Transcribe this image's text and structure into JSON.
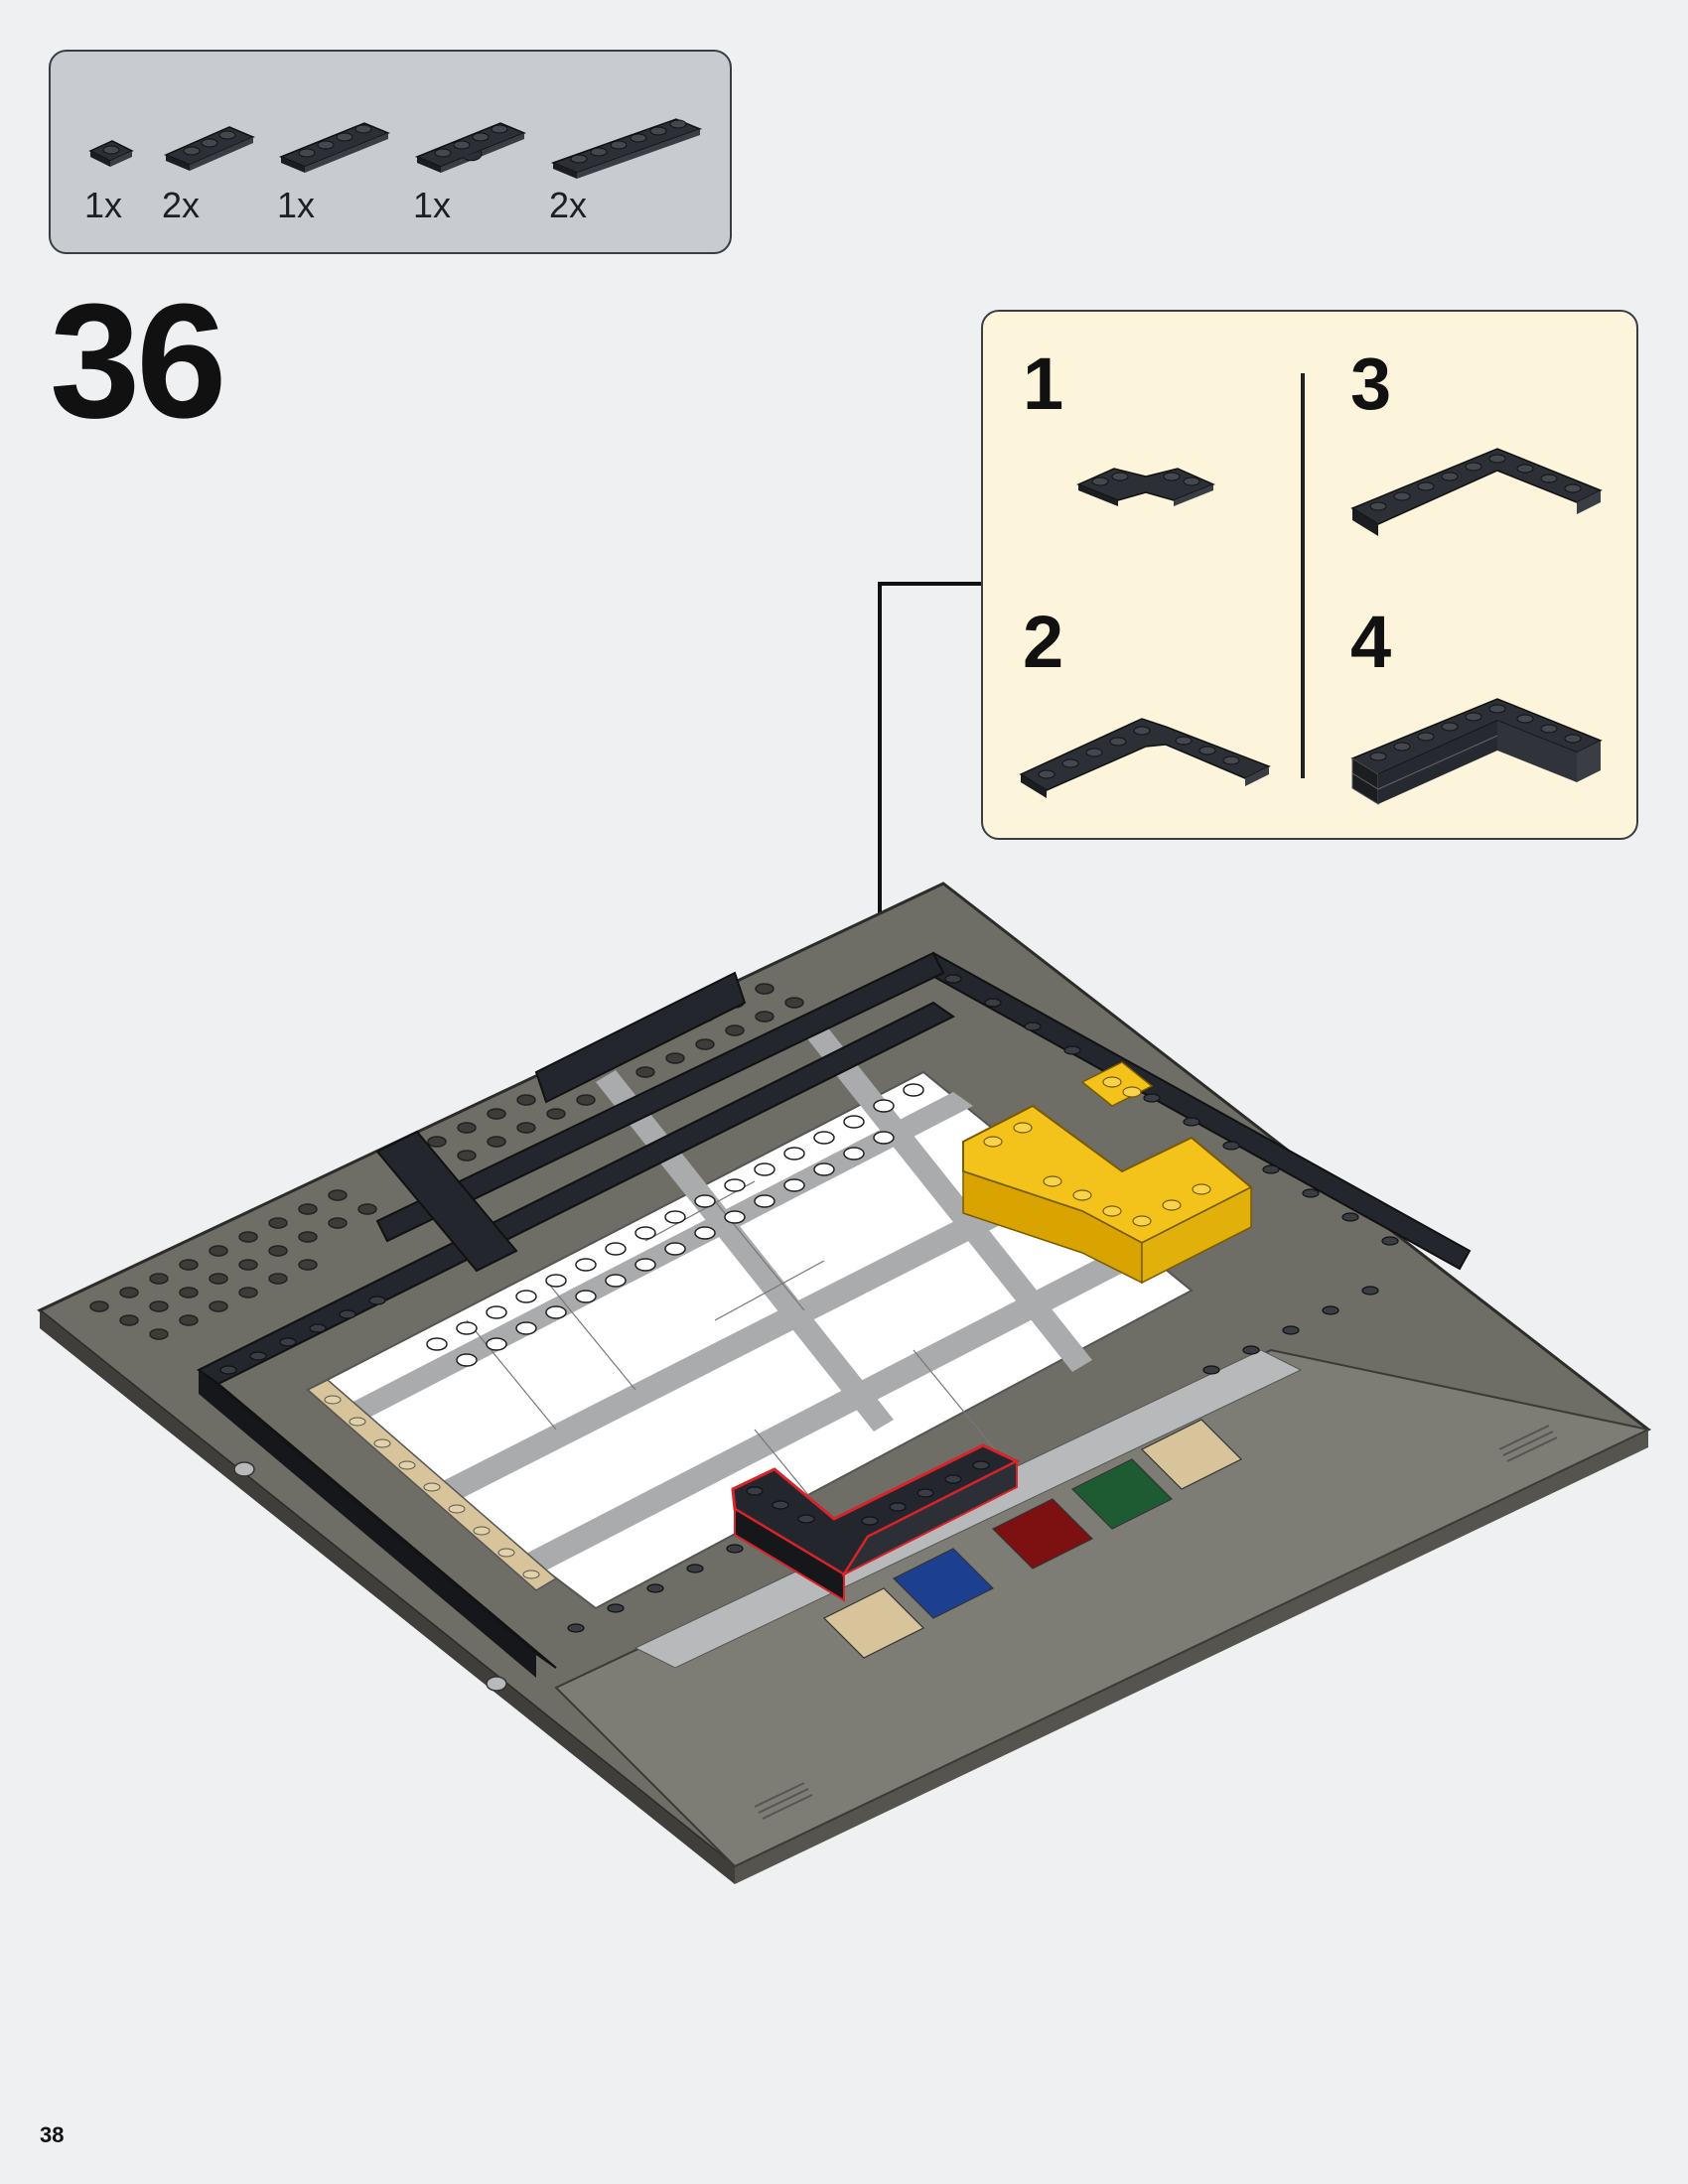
{
  "parts": [
    {
      "qty": "1x",
      "icon": "plate-1x1-black-icon"
    },
    {
      "qty": "2x",
      "icon": "plate-1x3-black-icon"
    },
    {
      "qty": "1x",
      "icon": "plate-1x4-black-icon"
    },
    {
      "qty": "1x",
      "icon": "plate-1x4-bracket-black-icon"
    },
    {
      "qty": "2x",
      "icon": "plate-1x6-black-icon"
    }
  ],
  "step_number": "36",
  "sub_steps": [
    {
      "num": "1",
      "icon": "bracket-assembly-step1-icon"
    },
    {
      "num": "2",
      "icon": "bracket-assembly-step2-icon"
    },
    {
      "num": "3",
      "icon": "bracket-assembly-step3-icon"
    },
    {
      "num": "4",
      "icon": "bracket-assembly-step4-icon"
    }
  ],
  "colors": {
    "page_bg": "#eef0f2",
    "parts_box_bg": "#c8ccd1",
    "sub_panel_bg": "#fdf4dc",
    "black_brick": "#23262d",
    "dark_grey": "#5c5b55",
    "white_tile": "#ffffff",
    "light_grey": "#a9abad",
    "yellow": "#f3c21b",
    "tan": "#d8c49a",
    "blue": "#1d3f8f",
    "red": "#7d1010",
    "green": "#1f5b32",
    "highlight": "#d8232a"
  },
  "page_number": "38"
}
